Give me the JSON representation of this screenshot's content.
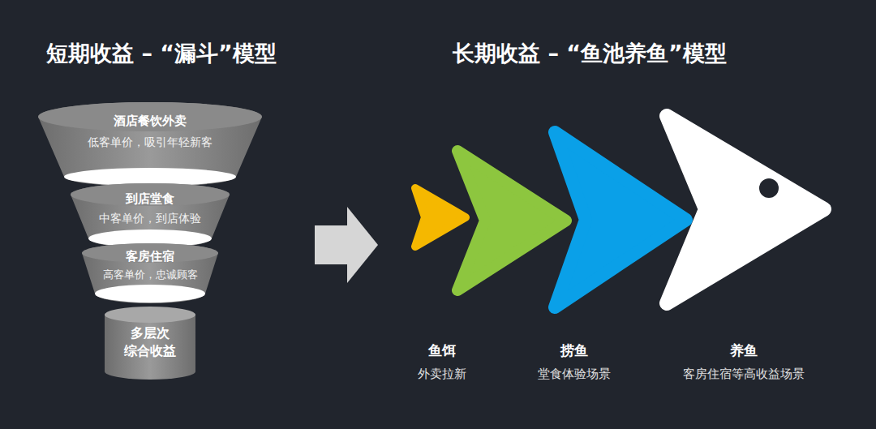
{
  "diagram": {
    "nodes": [
      {
        "text": [
          "酒店餐饮外卖",
          "低客单价，吸引年轻新客"
        ]
      },
      {
        "text": [
          "到店堂食",
          "中客单价，到店体验"
        ]
      },
      {
        "text": [
          "客房住宿",
          "高客单价，忠诚顾客"
        ]
      },
      {
        "text": [
          "多层次 综合收益"
        ]
      }
    ],
    "labels": [
      "短期收益 – “漏斗”模型",
      "长期收益 – “鱼池养鱼”模型",
      "鱼饵",
      "外卖拉新",
      "捞鱼",
      "堂食体验场景",
      "养鱼",
      "客房住宿等高收益场景"
    ]
  }
}
